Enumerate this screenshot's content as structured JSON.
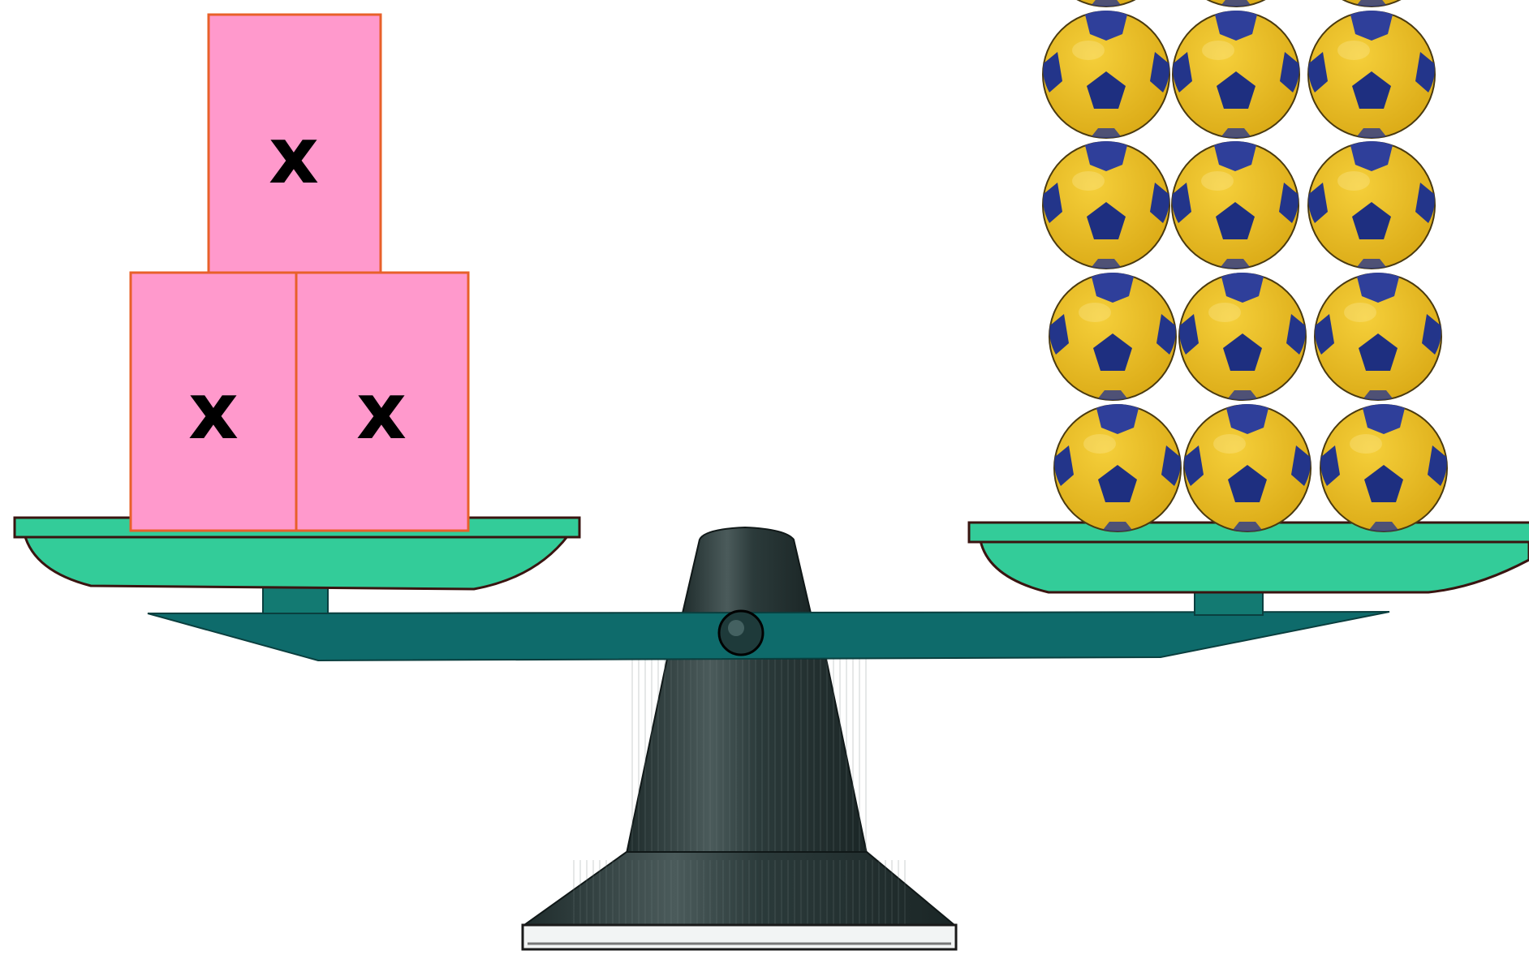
{
  "left_pan": {
    "boxes": [
      {
        "label": "x"
      },
      {
        "label": "x"
      },
      {
        "label": "x"
      }
    ]
  },
  "right_pan": {
    "balls": {
      "visible_rows": 5,
      "columns": 3,
      "top_row_partially_cut": true
    }
  },
  "colors": {
    "box_fill": "#ff99cc",
    "box_stroke": "#e8602a",
    "pan_fill": "#33cc99",
    "beam_fill": "#0e6b6b",
    "stand_fill": "#2e3d3d",
    "ball_fill": "#e9b81e",
    "ball_patch": "#2a3a8c"
  },
  "icons": {
    "ball": "soccer-ball-icon"
  }
}
